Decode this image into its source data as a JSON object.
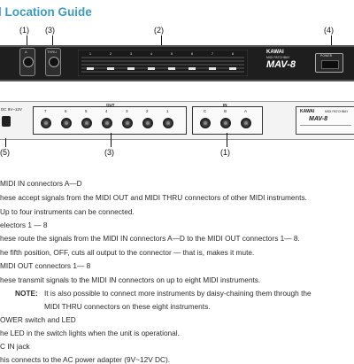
{
  "title": "l Location Guide",
  "callouts": {
    "front_1": "(1)",
    "front_3": "(3)",
    "front_2": "(2)",
    "front_4": "(4)",
    "rear_5": "(5)",
    "rear_3": "(3)",
    "rear_1": "(1)"
  },
  "front_panel": {
    "connector_a_label": "A",
    "connector_thru_label": "THRU",
    "selector_numbers": [
      "1",
      "2",
      "3",
      "4",
      "5",
      "6",
      "7",
      "8"
    ],
    "brand": "KAWAI",
    "subtitle": "MIDI PATCHBAY",
    "model": "MAV-8",
    "power_label": "POWER"
  },
  "rear_panel": {
    "dc_label": "DC 9V~12V",
    "out_label": "OUT",
    "out_numbers": [
      "7",
      "6",
      "5",
      "4",
      "3",
      "2",
      "1"
    ],
    "in_label": "IN",
    "in_letters": [
      "C",
      "B",
      "A"
    ],
    "plate_brand": "KAWAI",
    "plate_model": "MAV-8",
    "plate_subtitle": "MIDI PATCHBAY"
  },
  "descriptions": [
    "MIDI IN connectors A—D",
    "hese accept signals from the MIDI OUT and MIDI THRU connectors of other MIDI instruments.",
    "Up to four instruments can be connected.",
    "electors 1 — 8",
    "hese route the signals from the MIDI IN connectors A—D to the MIDI OUT connectors 1— 8.",
    "he fifth position, OFF, cuts all output to the connector — that is, makes it mute.",
    "MIDI OUT connectors 1— 8",
    "hese transmit signals to the MIDI IN connectors on up to eight MIDI instruments.",
    "NOTE:",
    "It is also possible to connect more instruments by daisy-chaining them through the",
    "MIDI THRU connectors on these eight instruments.",
    "OWER switch and LED",
    "he LED in the switch lights when the unit is operational.",
    "C IN jack",
    "his connects to the AC power adapter (9V~12V DC)."
  ]
}
